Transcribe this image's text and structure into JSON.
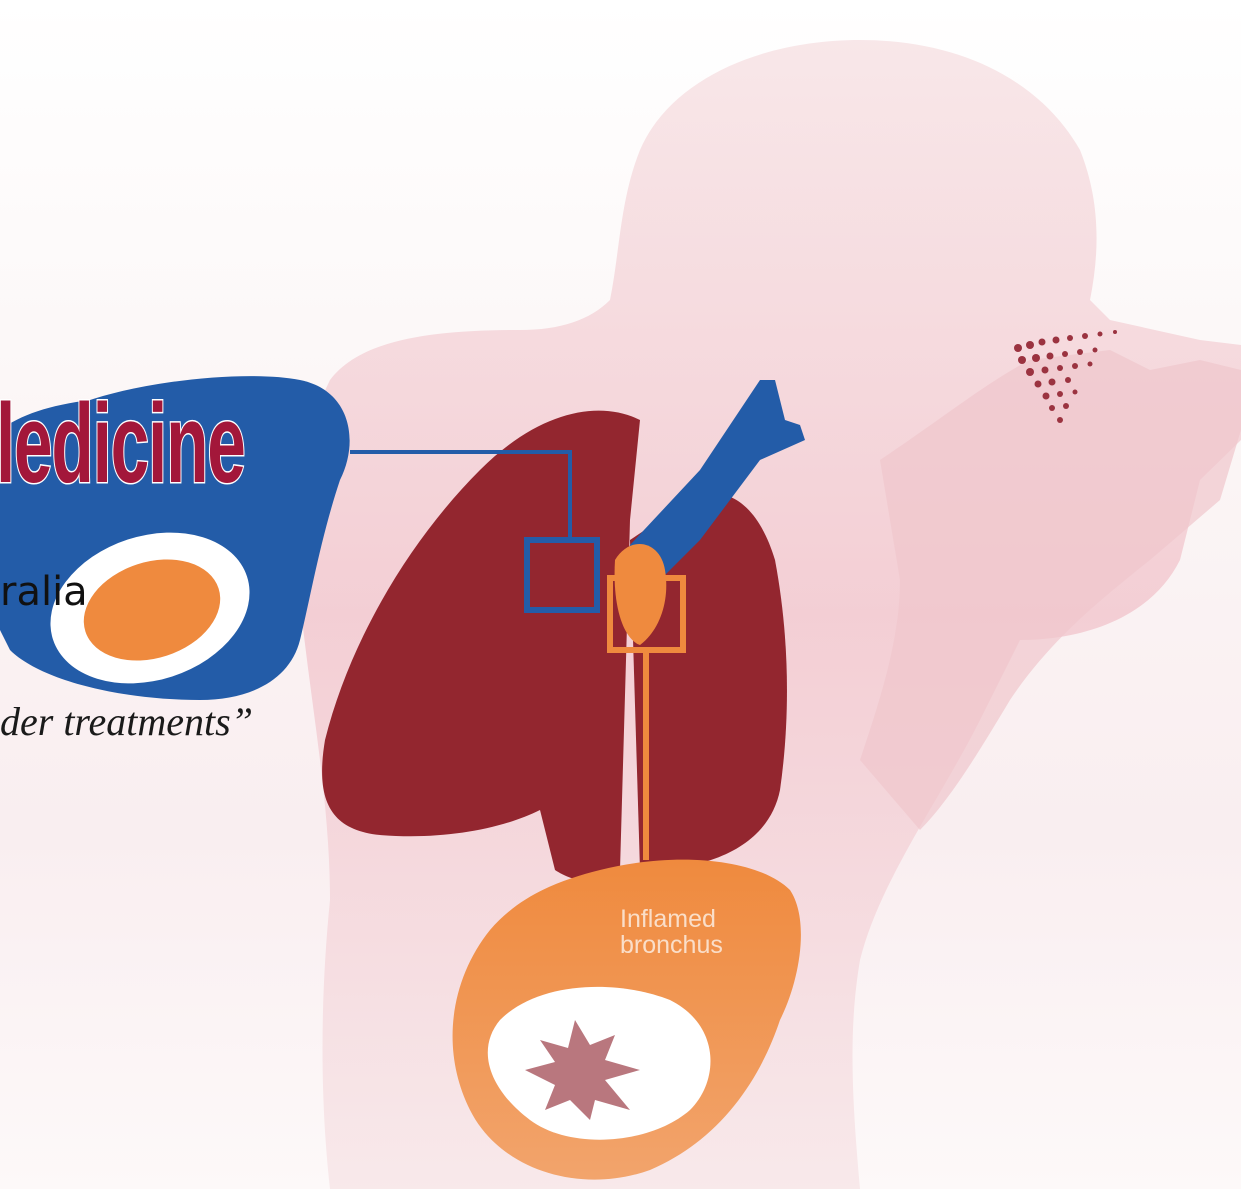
{
  "title_fragment": "ledicine",
  "subtitle_fragment": "ralia",
  "quote_fragment": "der treatments”",
  "diagram_label": {
    "line1": "Inflamed",
    "line2": "bronchus"
  },
  "colors": {
    "title": "#a3173a",
    "body_silhouette": "#f2cdd3",
    "lung": "#93262f",
    "airway_blue": "#235ca8",
    "inflamed_orange": "#ef8a3e",
    "spray_dots": "#9b3340"
  }
}
